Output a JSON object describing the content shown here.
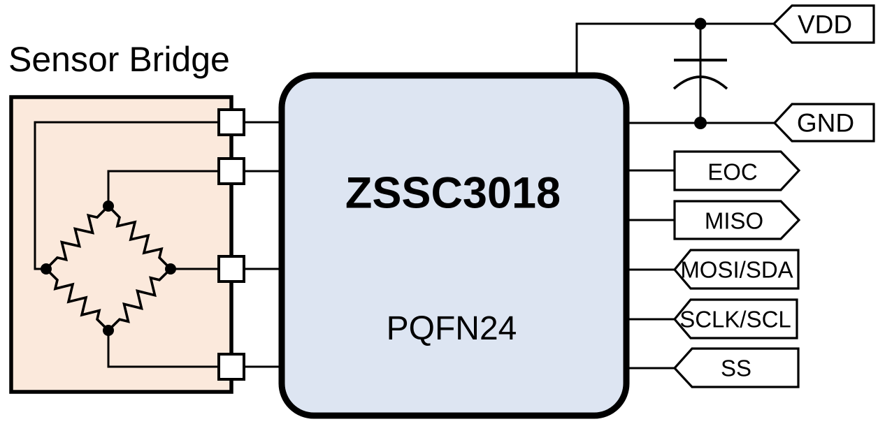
{
  "sensor_bridge": {
    "label": "Sensor Bridge"
  },
  "chip": {
    "part_number": "ZSSC3018",
    "package": "PQFN24"
  },
  "pins": {
    "vdd": {
      "label": "VDD",
      "direction": "input"
    },
    "gnd": {
      "label": "GND",
      "direction": "input"
    },
    "eoc": {
      "label": "EOC",
      "direction": "output"
    },
    "miso": {
      "label": "MISO",
      "direction": "output"
    },
    "mosi_sda": {
      "label": "MOSI/SDA",
      "direction": "input"
    },
    "sclk_scl": {
      "label": "SCLK/SCL",
      "direction": "input"
    },
    "ss": {
      "label": "SS",
      "direction": "input"
    }
  },
  "colors": {
    "wire": "#000000",
    "text": "#000000",
    "sensor_fill": "#fbe9dc",
    "chip_fill": "#dde5f2",
    "tag_fill": "#ffffff",
    "pad_fill": "#ffffff"
  }
}
